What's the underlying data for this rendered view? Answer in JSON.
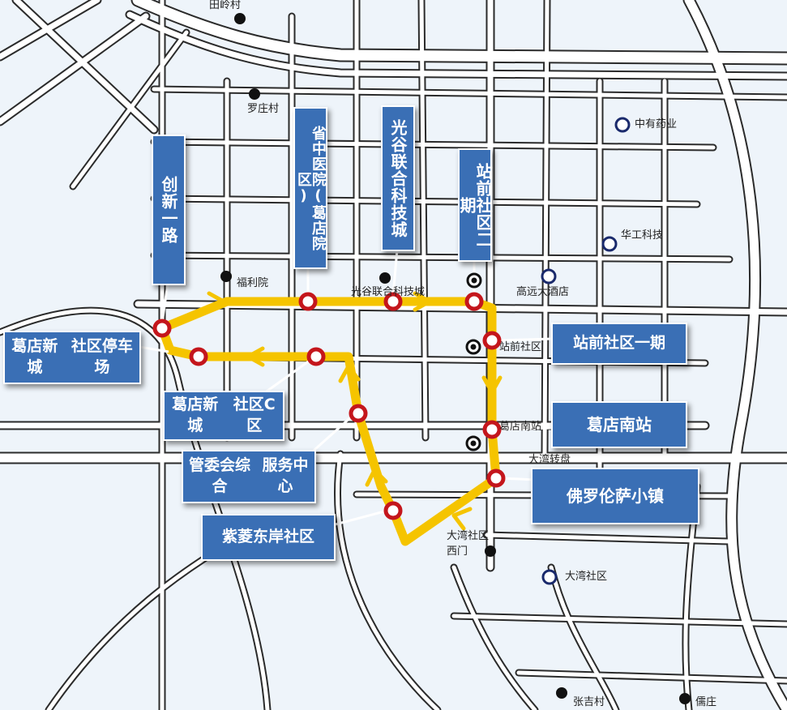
{
  "colors": {
    "route": "#f5c400",
    "label_box": "#3a6fb5",
    "stop_ring": "#c4161c",
    "road": "#ffffff",
    "road_edge": "#2b2b2b",
    "block": "#eef4fa"
  },
  "route_labels": {
    "chuangxin": "创新一路",
    "shengzhong": "省中医院(葛店院区)",
    "guanggu": "光谷联合科技城",
    "zhanqian2": "站前社区二期",
    "zhanqian1": "站前社区一期",
    "gedian_south": "葛店南站",
    "florence": "佛罗伦萨小镇",
    "ziling": "紫菱东岸社区",
    "guanweihui_l1": "管委会综合",
    "guanweihui_l2": "服务中心",
    "xincheng_c_l1": "葛店新城",
    "xincheng_c_l2": "社区C区",
    "parking_l1": "葛店新城",
    "parking_l2": "社区停车场"
  },
  "map_labels": {
    "tianling": "田岭村",
    "luozhuang": "罗庄村",
    "zhongyou": "中有药业",
    "huagong": "华工科技",
    "fuliyuan": "福利院",
    "guanggu_small": "光谷联合科技城",
    "gaoyuan": "高远大酒店",
    "zhanqian_small": "站前社区",
    "gedian_south_small": "葛店南站",
    "dawan_turn": "大湾转盘",
    "dawan_west_l1": "大湾社区",
    "dawan_west_l2": "西门",
    "dawan": "大湾社区",
    "zhangji": "张吉村",
    "ruzhuang": "儒庄"
  }
}
